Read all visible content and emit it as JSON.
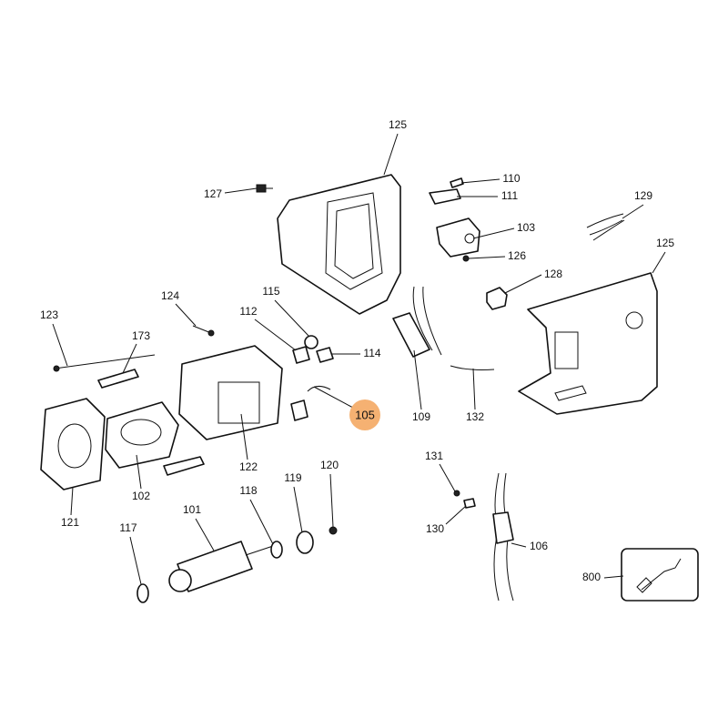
{
  "diagram": {
    "highlight_color": "#f5b172",
    "highlighted_part": "105",
    "labels": {
      "p125a": "125",
      "p127": "127",
      "p110": "110",
      "p111": "111",
      "p103": "103",
      "p126": "126",
      "p129": "129",
      "p125b": "125",
      "p128": "128",
      "p124": "124",
      "p115": "115",
      "p112": "112",
      "p114": "114",
      "p123": "123",
      "p173": "173",
      "p105": "105",
      "p109": "109",
      "p132": "132",
      "p102": "102",
      "p122": "122",
      "p121": "121",
      "p101": "101",
      "p118": "118",
      "p119": "119",
      "p120": "120",
      "p131": "131",
      "p130": "130",
      "p106": "106",
      "p117": "117",
      "p800": "800"
    }
  }
}
